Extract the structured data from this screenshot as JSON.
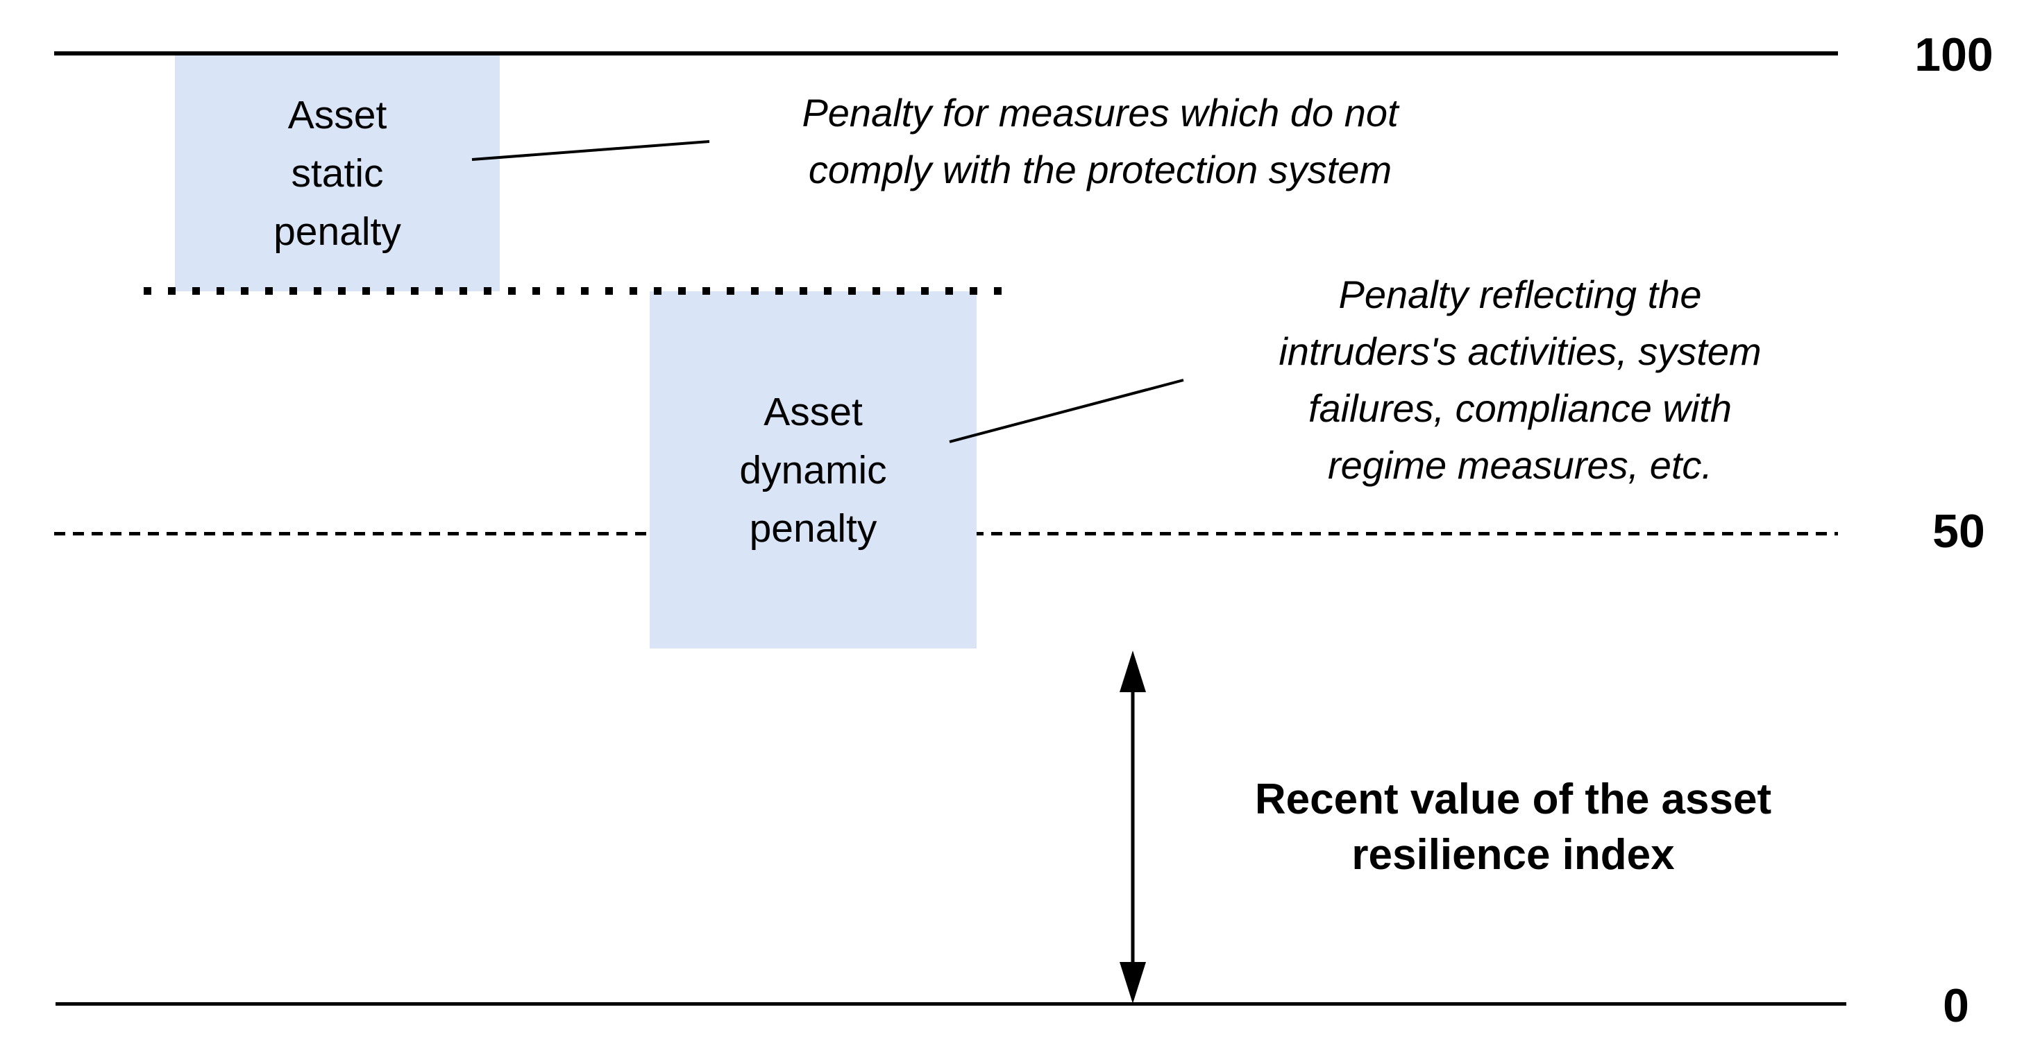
{
  "scale": {
    "top_label": "100",
    "middle_label": "50",
    "bottom_label": "0"
  },
  "boxes": {
    "static": {
      "lines": [
        "Asset",
        "static",
        "penalty"
      ]
    },
    "dynamic": {
      "lines": [
        "Asset",
        "dynamic",
        "penalty"
      ]
    }
  },
  "annotations": {
    "static_note": {
      "lines": [
        "Penalty for measures which do not",
        "comply with the protection system"
      ]
    },
    "dynamic_note": {
      "lines": [
        "Penalty reflecting the",
        "intruders's activities, system",
        "failures, compliance with",
        "regime measures, etc."
      ]
    },
    "arrow_note": {
      "lines": [
        "Recent value of the asset",
        "resilience index"
      ]
    }
  },
  "colors": {
    "box_fill": "#d9e5f7",
    "line": "#000000",
    "text": "#000000"
  }
}
